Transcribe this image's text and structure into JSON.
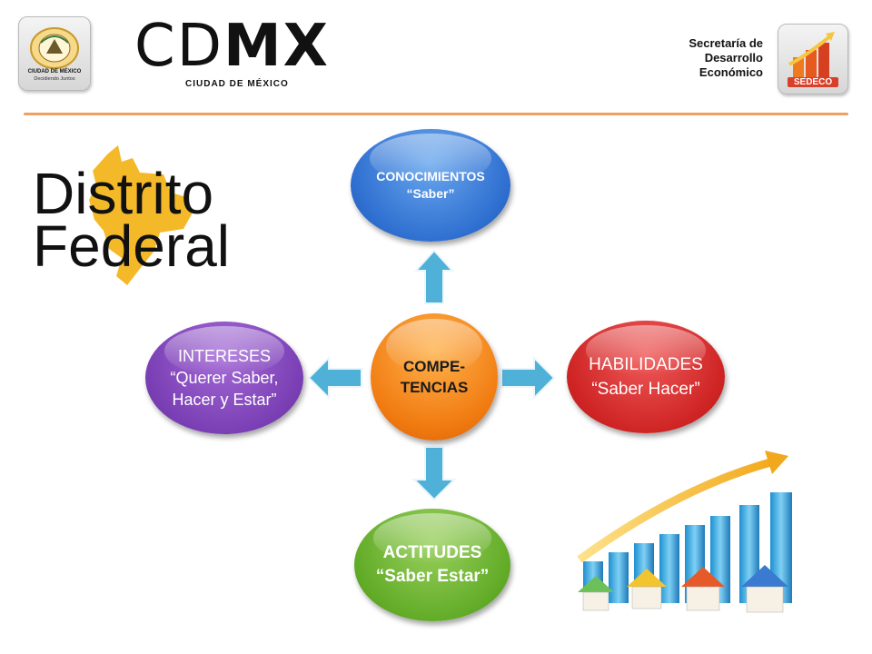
{
  "header": {
    "cdmx_logo_text": "CIUDAD DE MÉXICO",
    "cdmx_logo_motto": "Decidiendo Juntos",
    "cdmx_word_thin": "CD",
    "cdmx_word_bold": "MX",
    "cdmx_subtitle": "CIUDAD DE MÉXICO",
    "secretaria_lines": [
      "Secretaría de",
      "Desarrollo",
      "Económico"
    ],
    "sedeco_label": "SEDECO"
  },
  "title": {
    "line1": "Distrito",
    "line2": "Federal"
  },
  "diagram": {
    "center": {
      "line1": "COMPE-",
      "line2": "TENCIAS"
    },
    "top": {
      "line1": "CONOCIMIENTOS",
      "line2": "“Saber”"
    },
    "right": {
      "line1": "HABILIDADES",
      "line2": "“Saber Hacer”"
    },
    "left": {
      "line1": "INTERESES",
      "line2": "“Querer Saber,",
      "line3": "Hacer y Estar”"
    },
    "bottom": {
      "line1": "ACTITUDES",
      "line2": "“Saber Estar”"
    }
  },
  "colors": {
    "accent_line": "#f0a060",
    "center": "#f07a10",
    "top": "#2f6fd0",
    "right": "#cf2424",
    "left": "#7a3fb4",
    "bottom": "#62ac28",
    "arrow": "#4fb0d8",
    "map": "#f3b51c"
  },
  "icons": [
    "cdmx-seal-icon",
    "sedeco-icon",
    "df-map-icon",
    "arrow-up-icon",
    "arrow-right-icon",
    "arrow-left-icon",
    "arrow-down-icon",
    "growth-chart-icon"
  ]
}
